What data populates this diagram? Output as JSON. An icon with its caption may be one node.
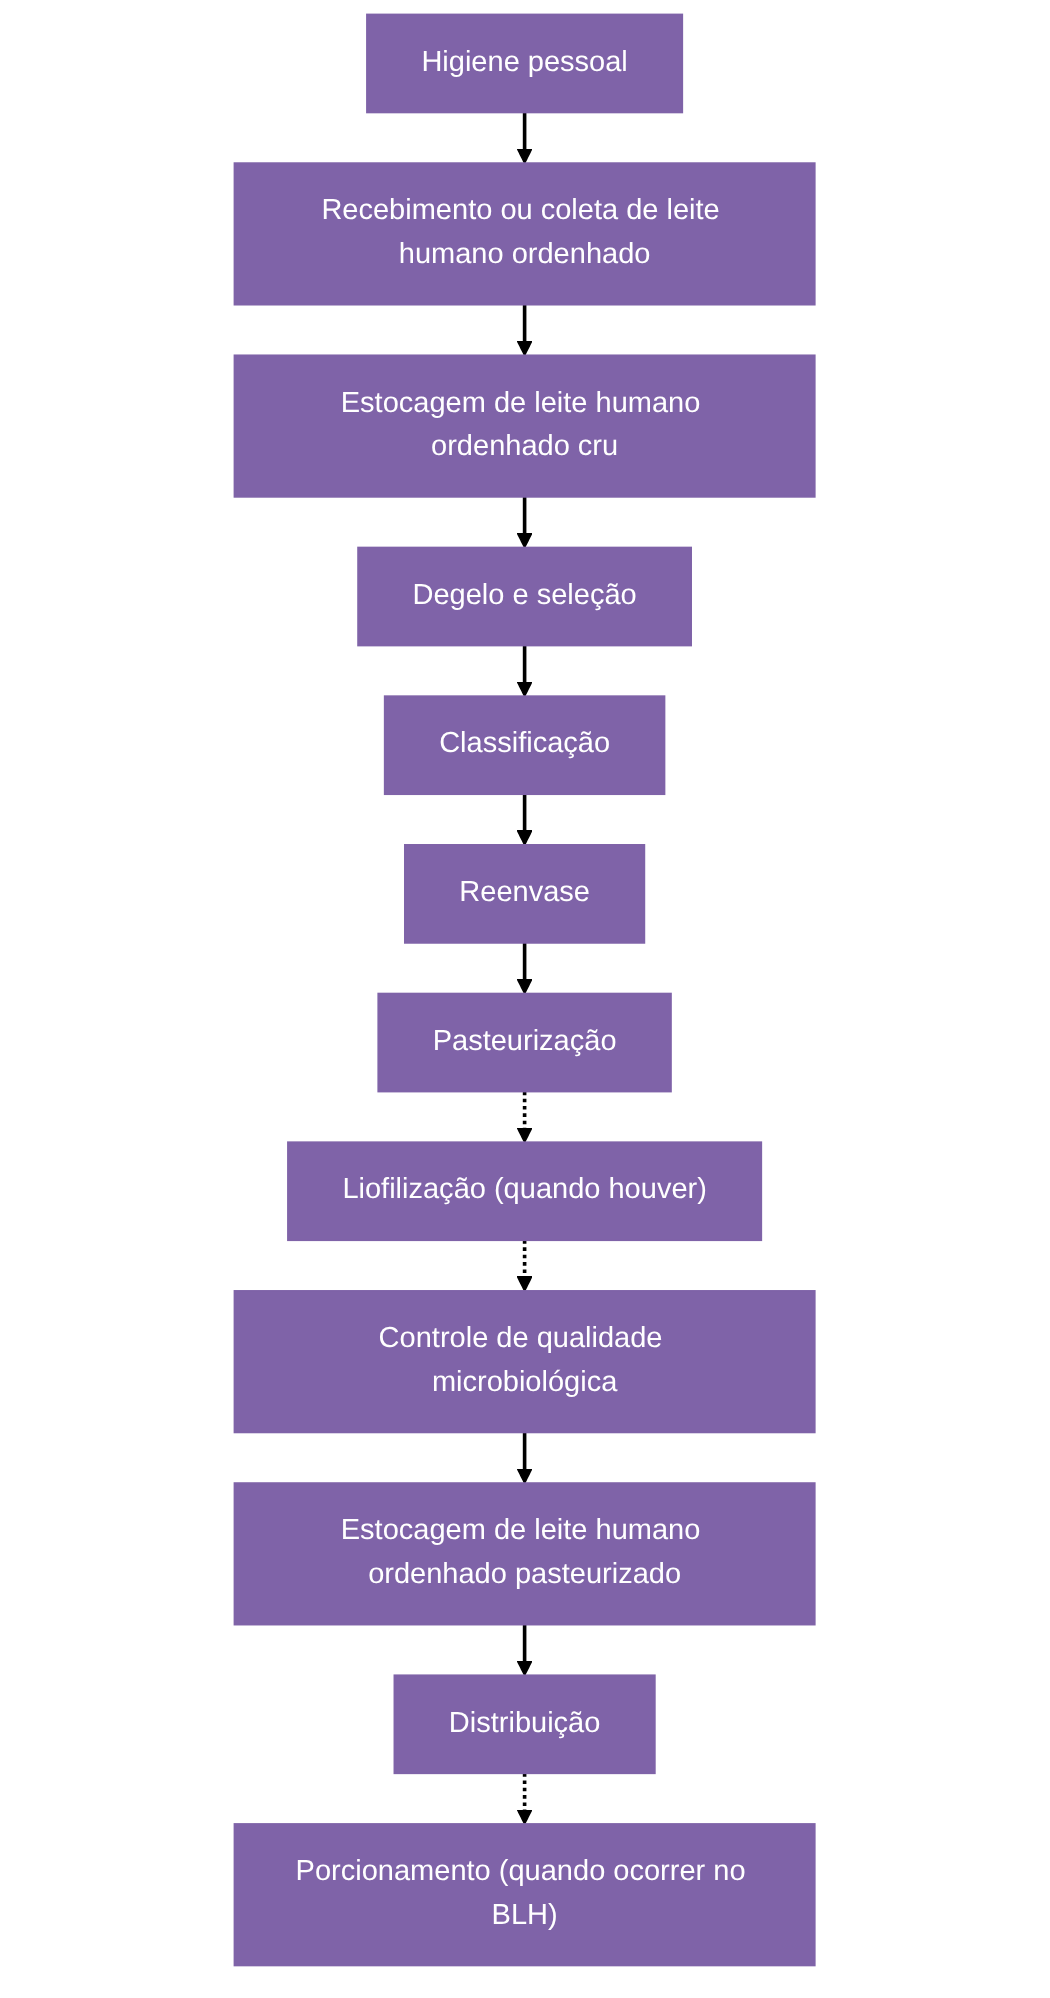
{
  "diagram": {
    "nodes": [
      {
        "text": [
          "Higiene pessoal"
        ]
      },
      {
        "text": [
          "Recebimento ou coleta de leite humano ordenhado"
        ]
      },
      {
        "text": [
          "Estocagem de leite humano ordenhado cru"
        ]
      },
      {
        "text": [
          "Degelo e seleção"
        ]
      },
      {
        "text": [
          "Classificação"
        ]
      },
      {
        "text": [
          "Reenvase"
        ]
      },
      {
        "text": [
          "Pasteurização"
        ]
      },
      {
        "text": [
          "Liofilização (quando houver)"
        ]
      },
      {
        "text": [
          "Controle de qualidade microbiológica"
        ]
      },
      {
        "text": [
          "Estocagem de leite humano ordenhado pasteurizado"
        ]
      },
      {
        "text": [
          "Distribuição"
        ]
      },
      {
        "text": [
          "Porcionamento (quando ocorrer no BLH)"
        ]
      }
    ],
    "edges": [
      {
        "from": 0,
        "to": 1,
        "arrow": "to"
      },
      {
        "from": 1,
        "to": 2,
        "arrow": "to"
      },
      {
        "from": 2,
        "to": 3,
        "arrow": "to"
      },
      {
        "from": 3,
        "to": 4,
        "arrow": "to"
      },
      {
        "from": 4,
        "to": 5,
        "arrow": "to"
      },
      {
        "from": 5,
        "to": 6,
        "arrow": "to"
      },
      {
        "from": 6,
        "to": 7,
        "arrow": "to",
        "style": "dashed"
      },
      {
        "from": 7,
        "to": 8,
        "arrow": "to",
        "style": "dashed"
      },
      {
        "from": 8,
        "to": 9,
        "arrow": "to"
      },
      {
        "from": 9,
        "to": 10,
        "arrow": "to"
      },
      {
        "from": 10,
        "to": 11,
        "arrow": "to",
        "style": "dashed"
      }
    ]
  }
}
